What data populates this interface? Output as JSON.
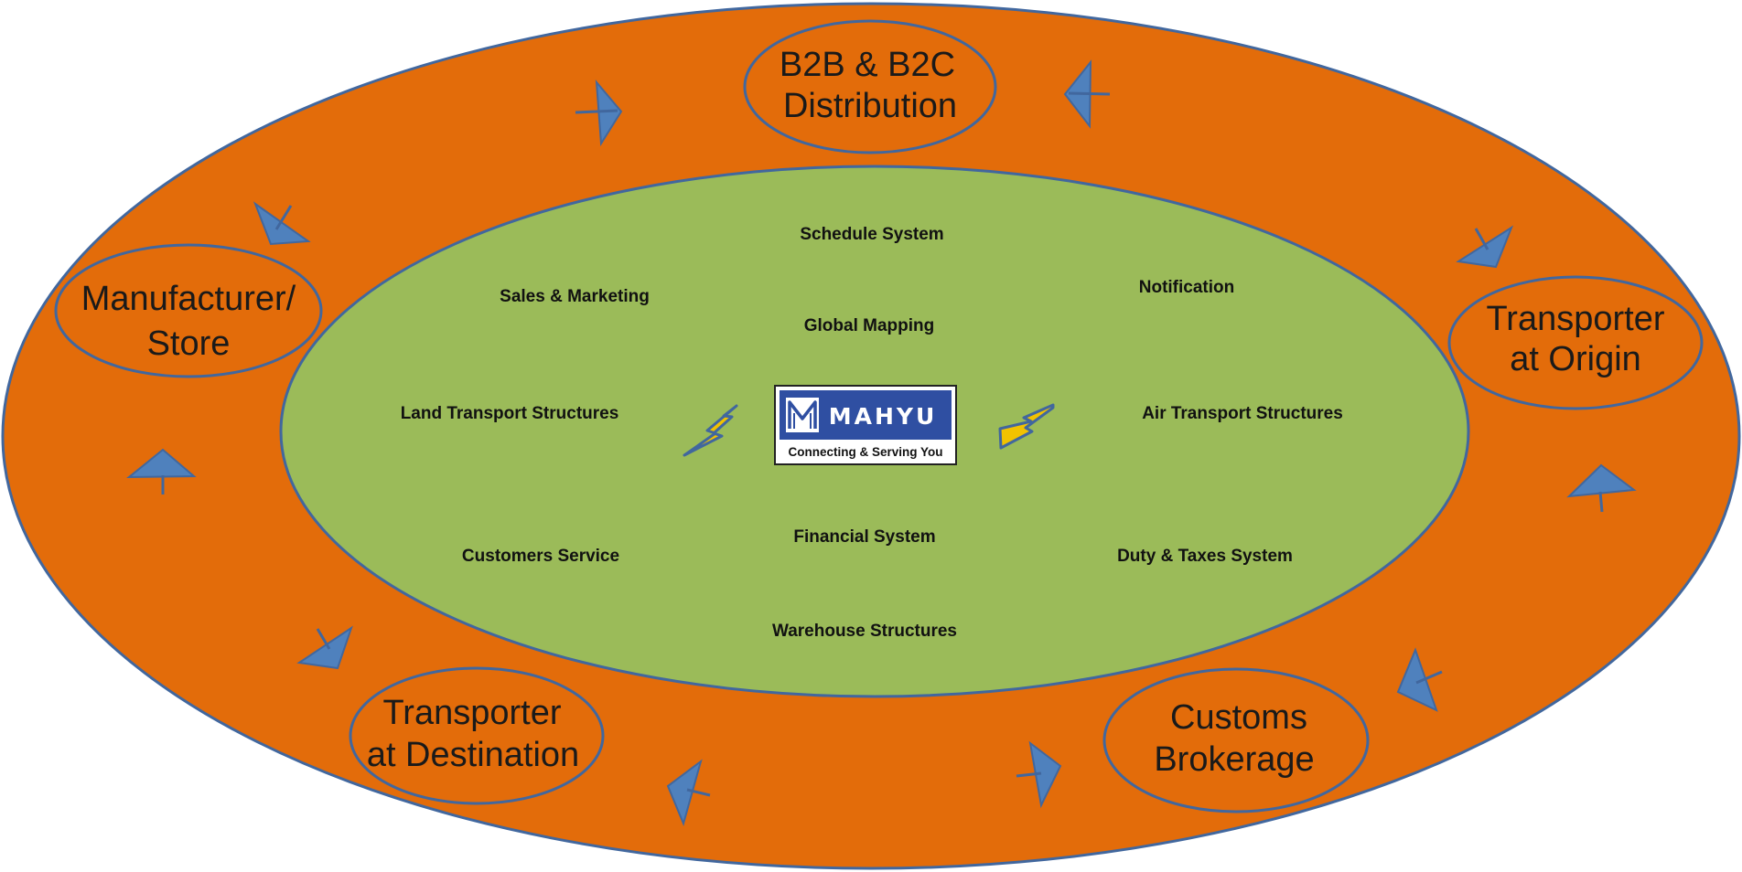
{
  "colors": {
    "outer_fill": "#E36C0A",
    "inner_fill": "#9BBB59",
    "stroke": "#41679E",
    "arrow_fill": "#4F81BD",
    "bolt_fill": "#F2C200",
    "logo_blue": "#2F4FA2"
  },
  "outer_nodes": {
    "b2b": {
      "line1": "B2B & B2C",
      "line2": "Distribution"
    },
    "manufacturer": {
      "line1": "Manufacturer/",
      "line2": "Store"
    },
    "transporter_origin": {
      "line1": "Transporter",
      "line2": "at Origin"
    },
    "transporter_destination": {
      "line1": "Transporter",
      "line2": "at Destination"
    },
    "customs": {
      "line1": "Customs",
      "line2": "Brokerage"
    }
  },
  "systems": {
    "schedule": "Schedule System",
    "sales": "Sales & Marketing",
    "notification": "Notification",
    "mapping": "Global Mapping",
    "land": "Land Transport Structures",
    "air": "Air Transport  Structures",
    "financial": "Financial  System",
    "customers": "Customers Service",
    "duty": "Duty & Taxes  System",
    "warehouse": "Warehouse Structures"
  },
  "logo": {
    "name": "MAHYU",
    "tagline": "Connecting & Serving You"
  },
  "icons": {
    "arrow": "triangle-arrow-icon",
    "bolt": "lightning-bolt-icon",
    "logo_mark": "m-logo-icon"
  }
}
